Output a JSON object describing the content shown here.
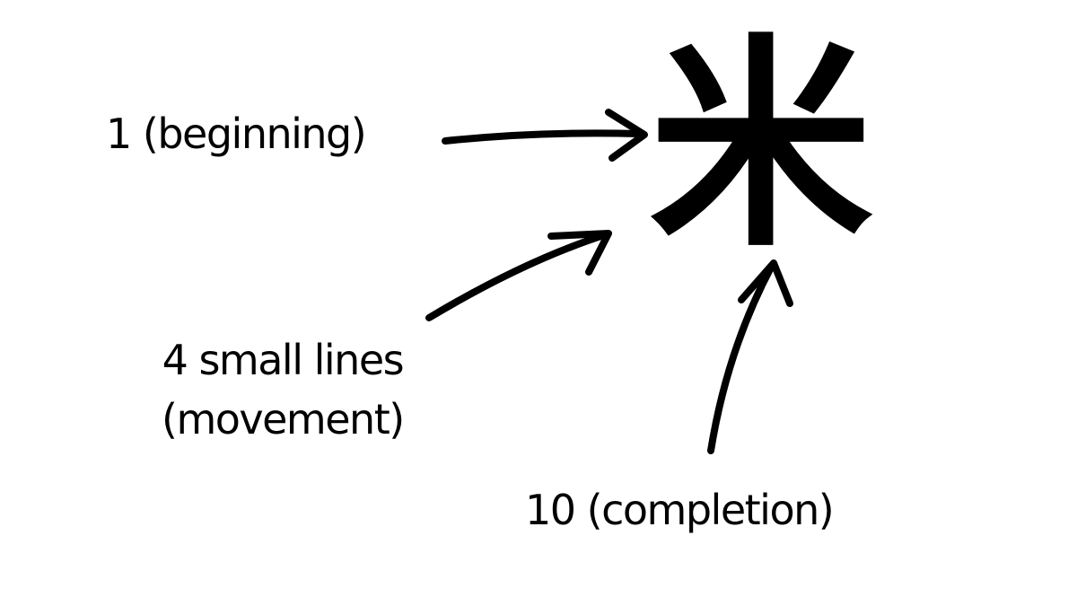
{
  "character": {
    "glyph": "米"
  },
  "labels": {
    "beginning": "1 (beginning)",
    "movement_line1": "4 small lines",
    "movement_line2": "(movement)",
    "completion": "10 (completion)"
  },
  "colors": {
    "ink": "#000000",
    "background": "#ffffff"
  }
}
